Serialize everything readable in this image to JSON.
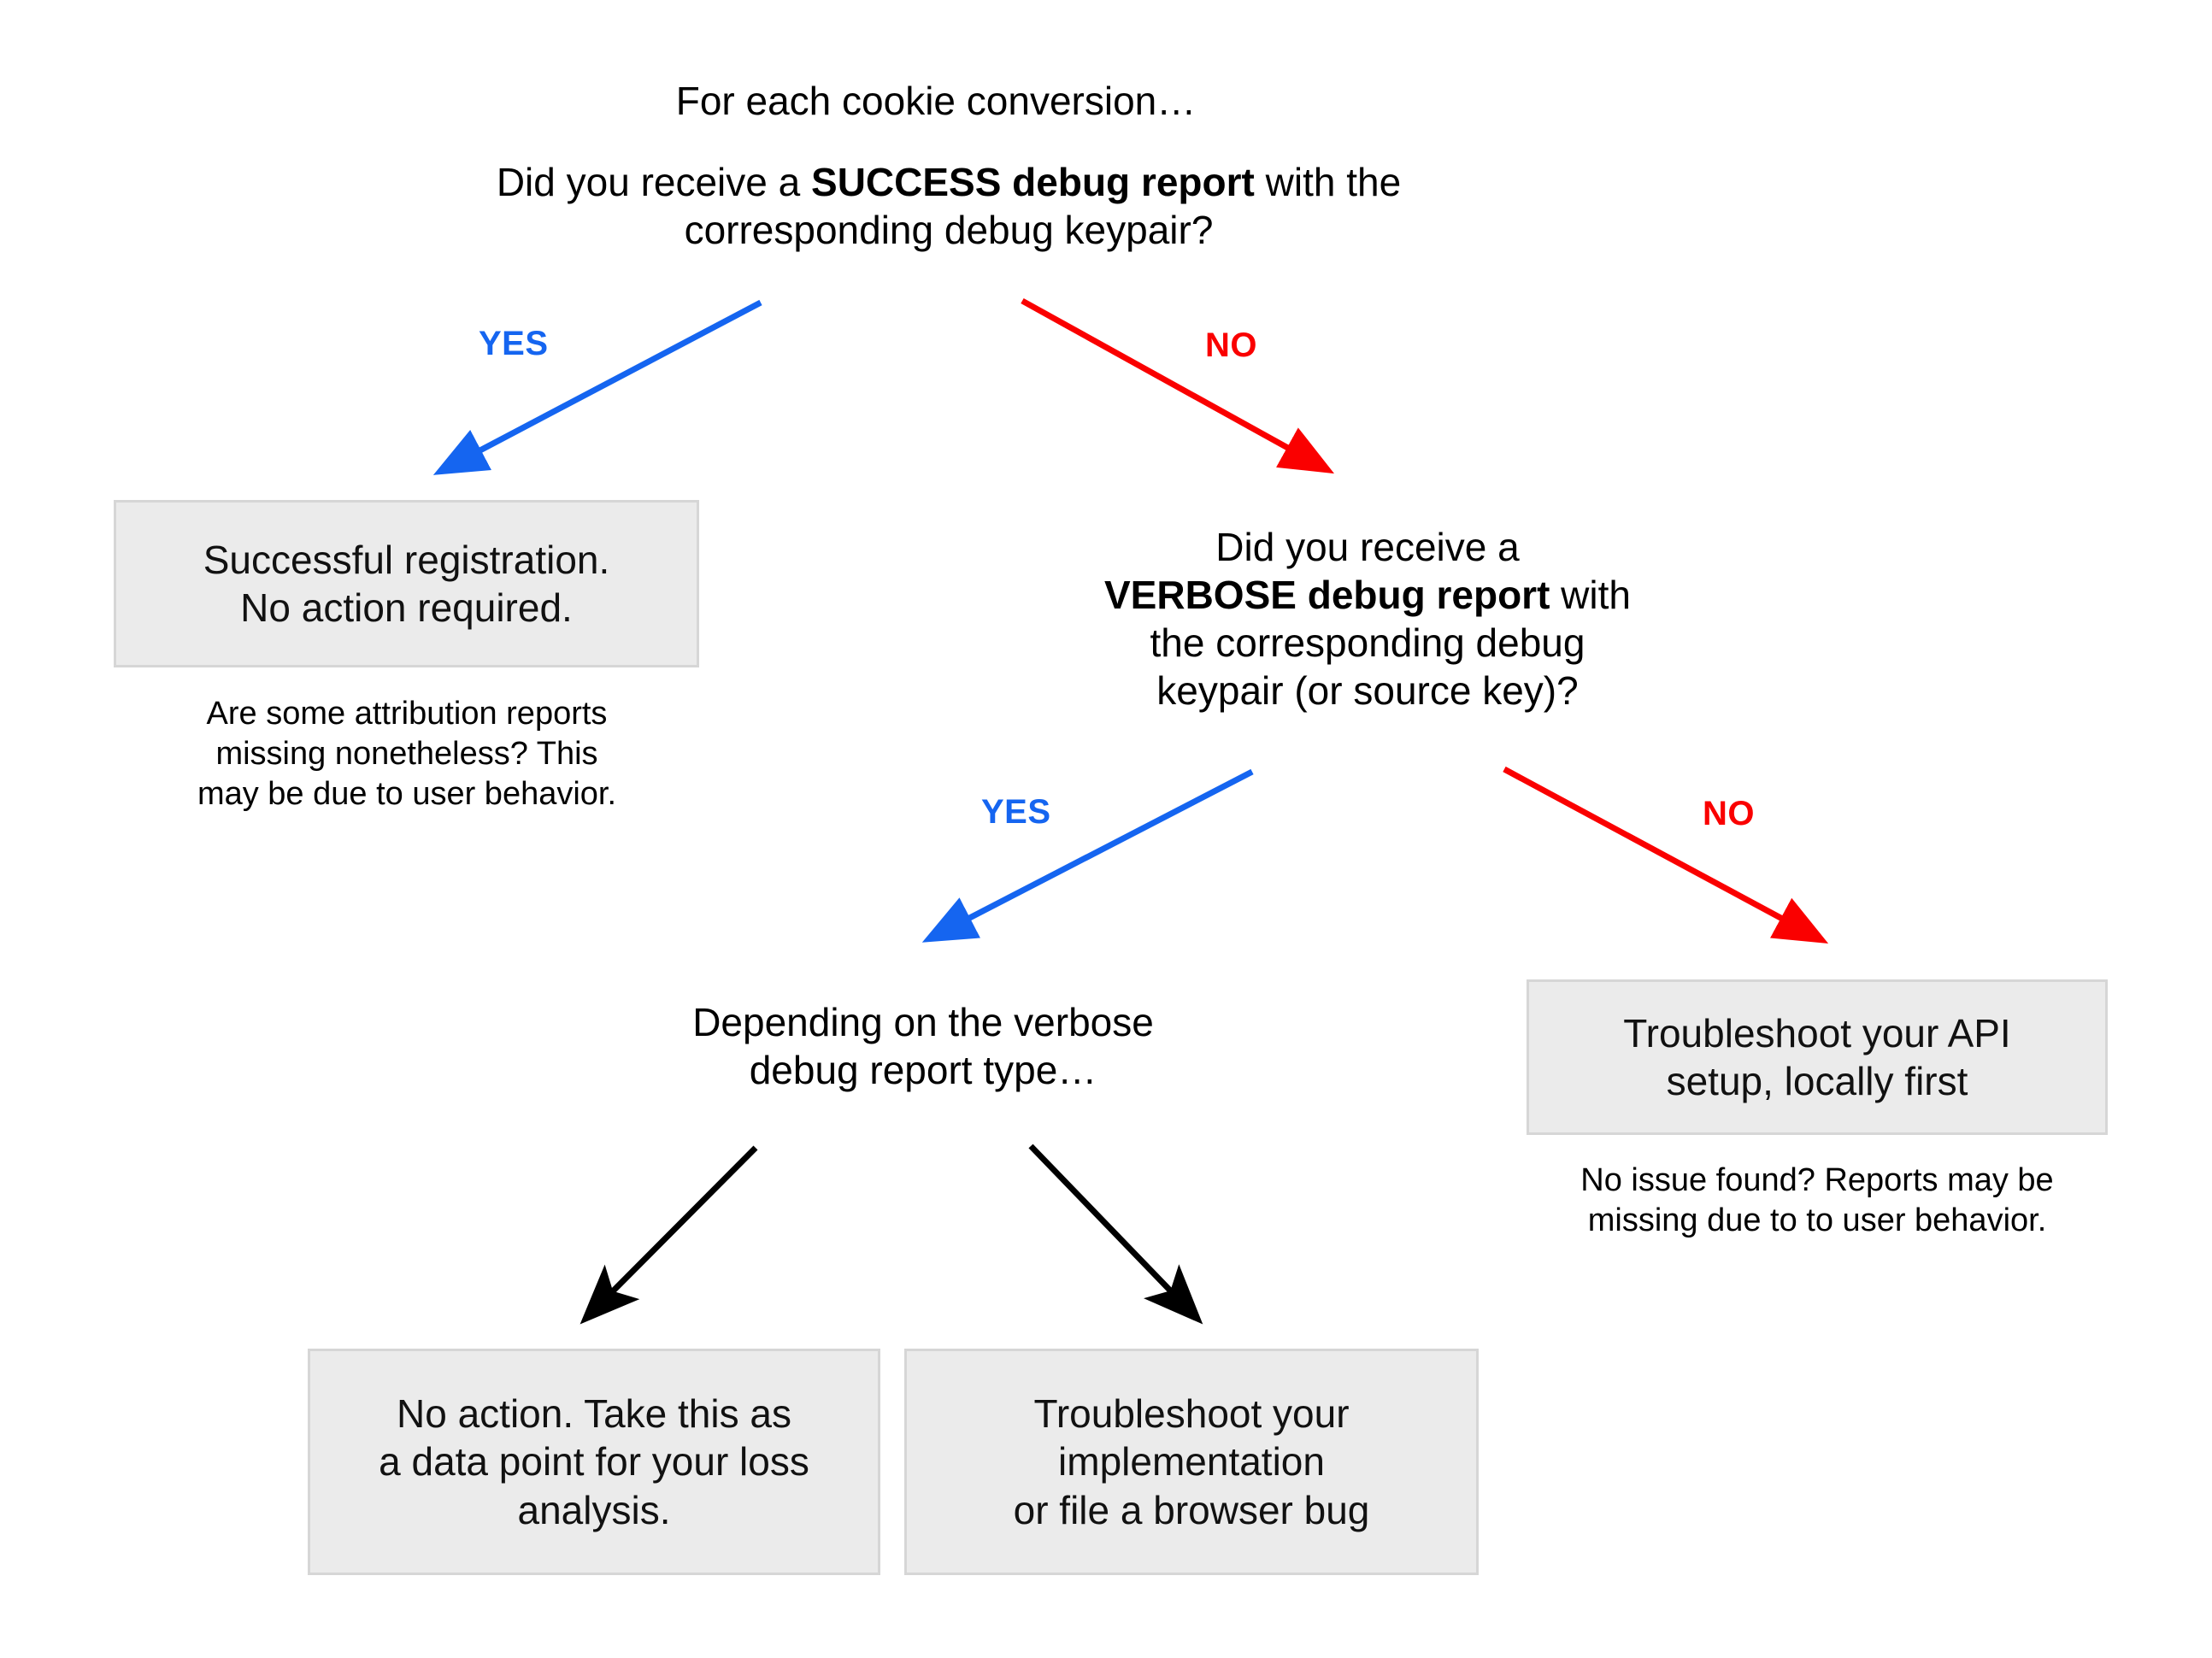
{
  "diagram": {
    "title_note": "For each cookie conversion…",
    "background": "#ffffff",
    "box_fill": "#ebebeb",
    "box_border": "#d6d6d6",
    "yes_color": "#1565f0",
    "no_color": "#fa0000",
    "neutral_arrow_color": "#000000"
  },
  "nodes": {
    "intro": {
      "text": "For each cookie conversion…"
    },
    "question1": {
      "line1_a": "Did you receive a ",
      "line1_b": "SUCCESS debug report",
      "line1_c": " with the",
      "line2": "corresponding debug keypair?"
    },
    "success_box": {
      "line1": "Successful registration.",
      "line2": "No action required."
    },
    "success_caption": {
      "line1": "Are some attribution reports",
      "line2": "missing nonetheless? This",
      "line3": "may be due to user behavior."
    },
    "question2": {
      "line1": "Did you receive a",
      "line2_a": "VERBOSE debug report",
      "line2_b": " with",
      "line3": "the corresponding debug",
      "line4": "keypair (or source key)?"
    },
    "verbose_type": {
      "line1": "Depending on the verbose",
      "line2": "debug report type…"
    },
    "api_box": {
      "line1": "Troubleshoot your API",
      "line2": "setup, locally first"
    },
    "api_caption": {
      "line1": "No issue found? Reports may be",
      "line2": "missing due to to user behavior."
    },
    "no_action_box": {
      "line1": "No action. Take this as",
      "line2": "a data point for your loss",
      "line3": "analysis."
    },
    "troubleshoot_box": {
      "line1": "Troubleshoot your",
      "line2": "implementation",
      "line3": "or file a browser bug"
    }
  },
  "edges": [
    {
      "id": "q1-yes",
      "label": "YES",
      "color": "#1565f0",
      "from": "question1",
      "to": "success_box"
    },
    {
      "id": "q1-no",
      "label": "NO",
      "color": "#fa0000",
      "from": "question1",
      "to": "question2"
    },
    {
      "id": "q2-yes",
      "label": "YES",
      "color": "#1565f0",
      "from": "question2",
      "to": "verbose_type"
    },
    {
      "id": "q2-no",
      "label": "NO",
      "color": "#fa0000",
      "from": "question2",
      "to": "api_box"
    },
    {
      "id": "type-left",
      "label": "",
      "color": "#000000",
      "from": "verbose_type",
      "to": "no_action_box"
    },
    {
      "id": "type-right",
      "label": "",
      "color": "#000000",
      "from": "verbose_type",
      "to": "troubleshoot_box"
    }
  ]
}
